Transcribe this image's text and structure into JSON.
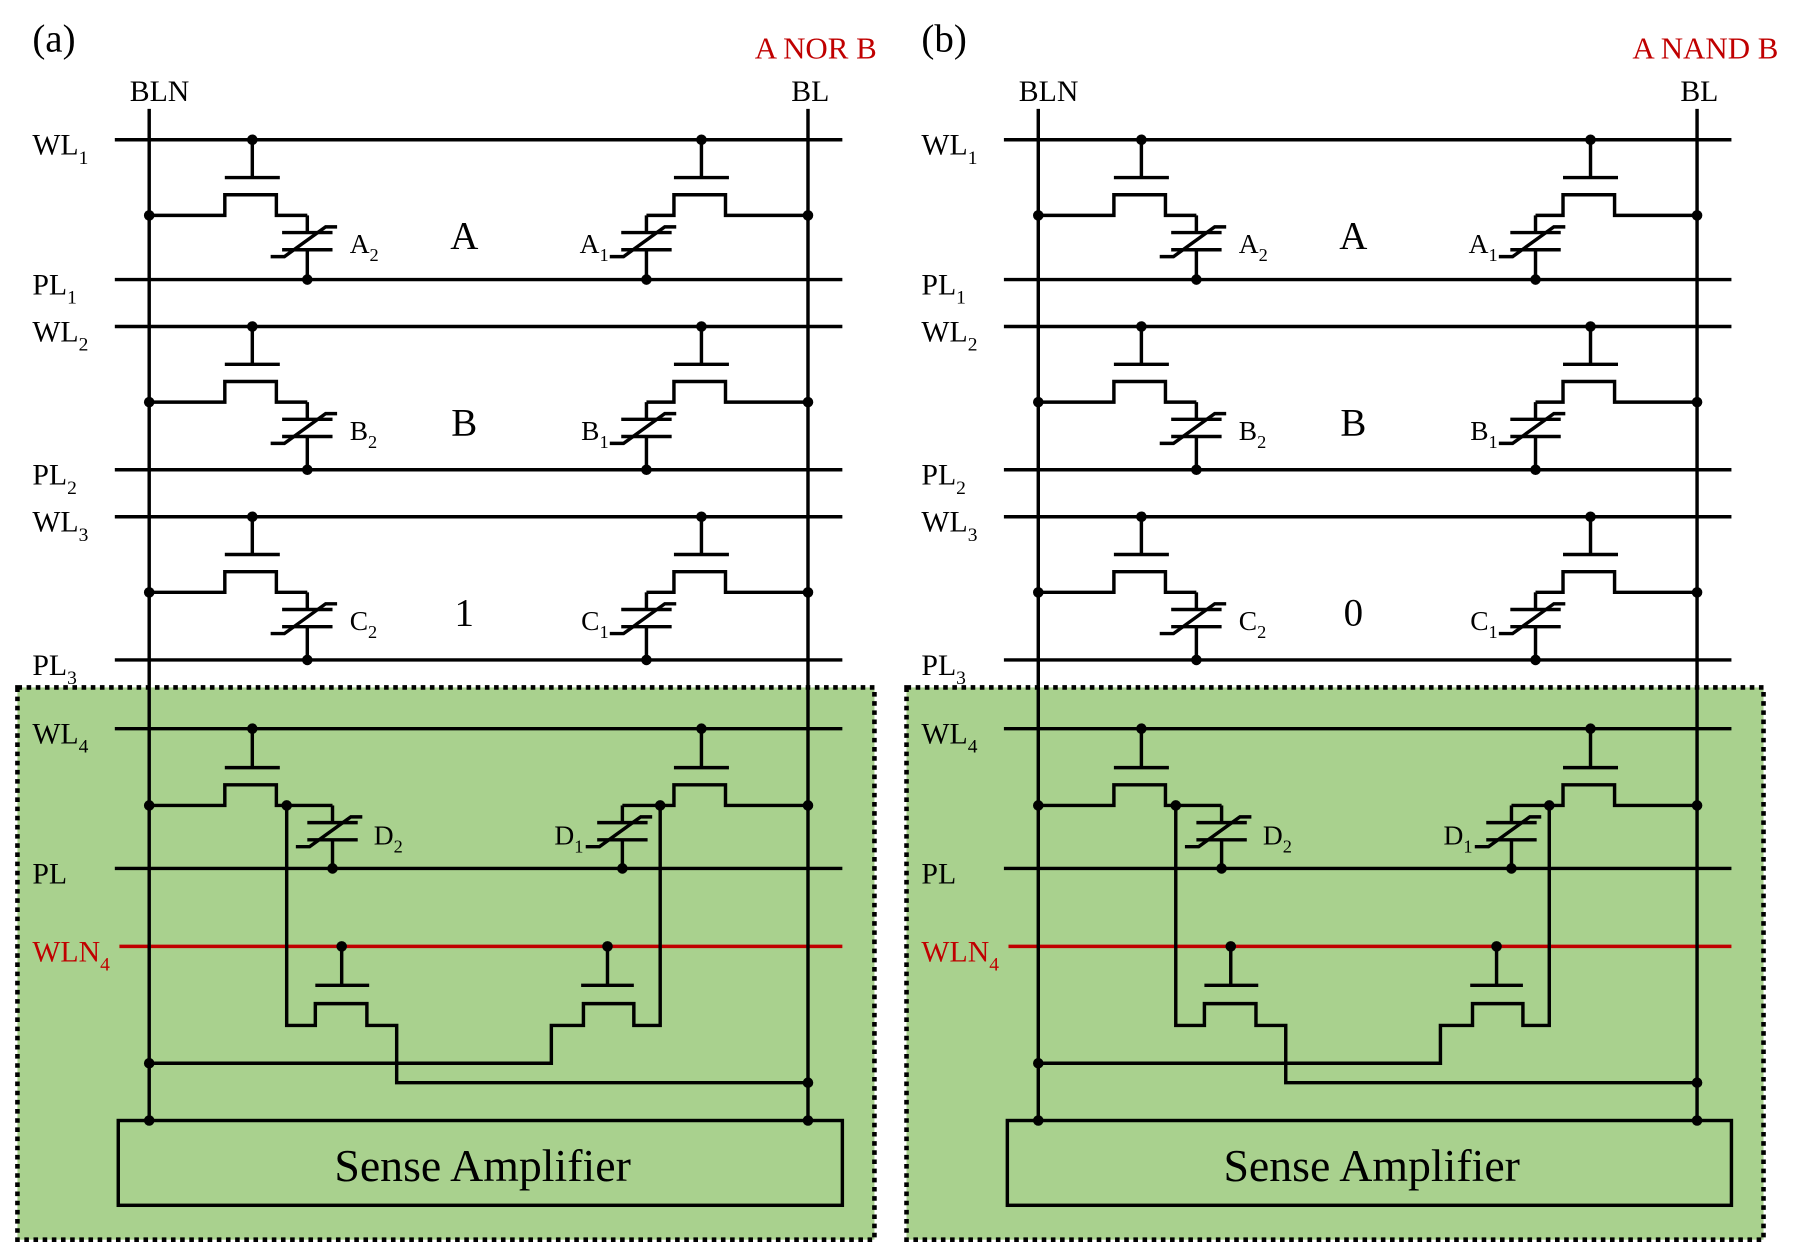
{
  "figure": {
    "panels": [
      {
        "tag": "(a)",
        "operation": "A NOR B",
        "bitlines": {
          "left": "BLN",
          "right": "BL"
        },
        "rows": [
          {
            "wordline": {
              "main": "WL",
              "sub": "1"
            },
            "plateline": {
              "main": "PL",
              "sub": "1"
            },
            "operand": "A",
            "left_cell": {
              "main": "A",
              "sub": "2"
            },
            "right_cell": {
              "main": "A",
              "sub": "1"
            }
          },
          {
            "wordline": {
              "main": "WL",
              "sub": "2"
            },
            "plateline": {
              "main": "PL",
              "sub": "2"
            },
            "operand": "B",
            "left_cell": {
              "main": "B",
              "sub": "2"
            },
            "right_cell": {
              "main": "B",
              "sub": "1"
            }
          },
          {
            "wordline": {
              "main": "WL",
              "sub": "3"
            },
            "plateline": {
              "main": "PL",
              "sub": "3"
            },
            "operand": "1",
            "left_cell": {
              "main": "C",
              "sub": "2"
            },
            "right_cell": {
              "main": "C",
              "sub": "1"
            }
          }
        ],
        "compute_row": {
          "wordline": {
            "main": "WL",
            "sub": "4"
          },
          "plateline": {
            "main": "PL"
          },
          "complement_wordline": {
            "main": "WLN",
            "sub": "4"
          },
          "left_cell": {
            "main": "D",
            "sub": "2"
          },
          "right_cell": {
            "main": "D",
            "sub": "1"
          }
        },
        "sense_amplifier": "Sense Amplifier"
      },
      {
        "tag": "(b)",
        "operation": "A NAND B",
        "bitlines": {
          "left": "BLN",
          "right": "BL"
        },
        "rows": [
          {
            "wordline": {
              "main": "WL",
              "sub": "1"
            },
            "plateline": {
              "main": "PL",
              "sub": "1"
            },
            "operand": "A",
            "left_cell": {
              "main": "A",
              "sub": "2"
            },
            "right_cell": {
              "main": "A",
              "sub": "1"
            }
          },
          {
            "wordline": {
              "main": "WL",
              "sub": "2"
            },
            "plateline": {
              "main": "PL",
              "sub": "2"
            },
            "operand": "B",
            "left_cell": {
              "main": "B",
              "sub": "2"
            },
            "right_cell": {
              "main": "B",
              "sub": "1"
            }
          },
          {
            "wordline": {
              "main": "WL",
              "sub": "3"
            },
            "plateline": {
              "main": "PL",
              "sub": "3"
            },
            "operand": "0",
            "left_cell": {
              "main": "C",
              "sub": "2"
            },
            "right_cell": {
              "main": "C",
              "sub": "1"
            }
          }
        ],
        "compute_row": {
          "wordline": {
            "main": "WL",
            "sub": "4"
          },
          "plateline": {
            "main": "PL"
          },
          "complement_wordline": {
            "main": "WLN",
            "sub": "4"
          },
          "left_cell": {
            "main": "D",
            "sub": "2"
          },
          "right_cell": {
            "main": "D",
            "sub": "1"
          }
        },
        "sense_amplifier": "Sense Amplifier"
      }
    ]
  },
  "colors": {
    "wire": "#000000",
    "text": "#000000",
    "highlight_fill": "#a9d18e",
    "operation_label": "#c00000",
    "complement_wordline": "#c00000"
  }
}
